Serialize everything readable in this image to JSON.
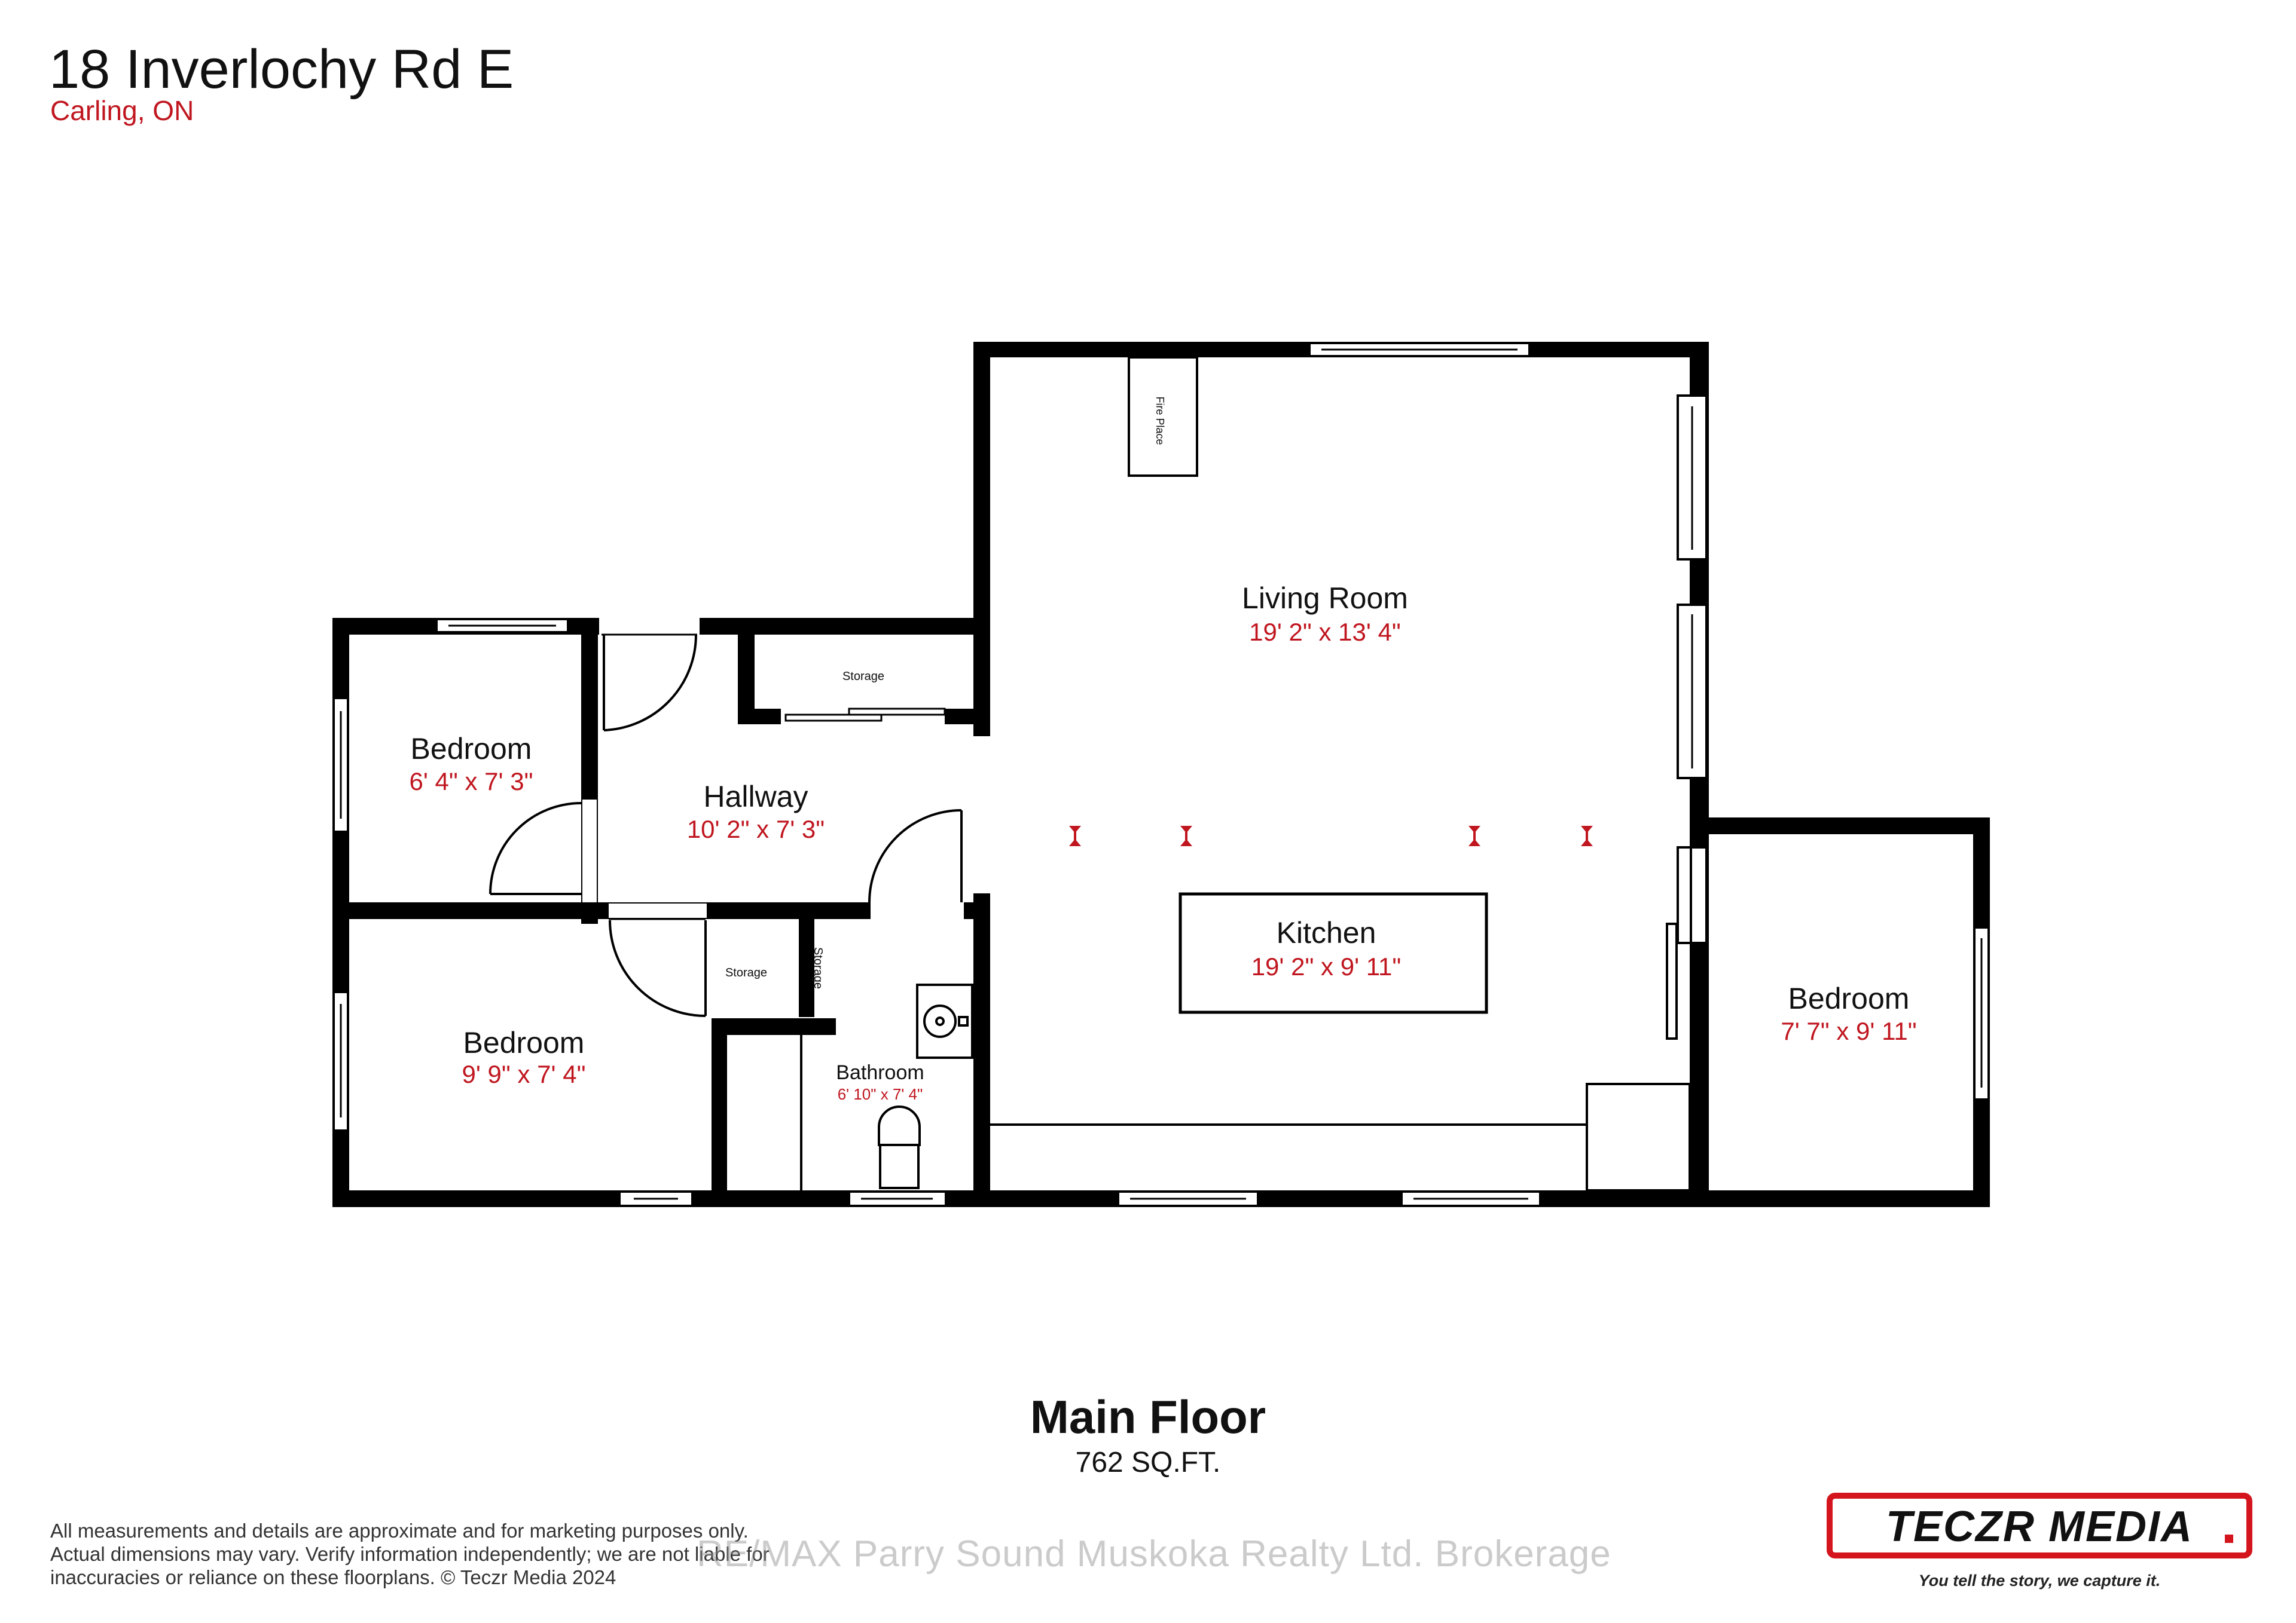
{
  "header": {
    "address": "18 Inverlochy Rd E",
    "city": "Carling, ON"
  },
  "rooms": [
    {
      "name": "Living Room",
      "dimensions": "19' 2\" x 13' 4\""
    },
    {
      "name": "Kitchen",
      "dimensions": "19' 2\" x 9' 11\""
    },
    {
      "name": "Bedroom",
      "dimensions": "6' 4\" x 7' 3\""
    },
    {
      "name": "Hallway",
      "dimensions": "10' 2\" x 7' 3\""
    },
    {
      "name": "Bedroom",
      "dimensions": "9' 9\" x 7' 4\""
    },
    {
      "name": "Bathroom",
      "dimensions": "6' 10\" x 7' 4\""
    },
    {
      "name": "Bedroom",
      "dimensions": "7' 7\" x 9' 11\""
    }
  ],
  "small_labels": {
    "storage_top": "Storage",
    "storage_mid": "Storage",
    "storage_vertical": "Storage",
    "fireplace": "Fire Place"
  },
  "floor": {
    "name": "Main Floor",
    "area": "762 SQ.FT."
  },
  "disclaimer": {
    "line1": "All measurements and details are approximate and for marketing purposes only.",
    "line2": "Actual dimensions may vary. Verify information independently; we are not liable for",
    "line3": "inaccuracies or reliance on these floorplans. © Teczr Media 2024"
  },
  "watermark": "RE/MAX Parry Sound Muskoka Realty Ltd. Brokerage",
  "brand": {
    "logo": "TECZR MEDIA",
    "tagline": "You tell the story, we capture it.",
    "accent_color": "#c0161f",
    "wall_color": "#000000"
  }
}
